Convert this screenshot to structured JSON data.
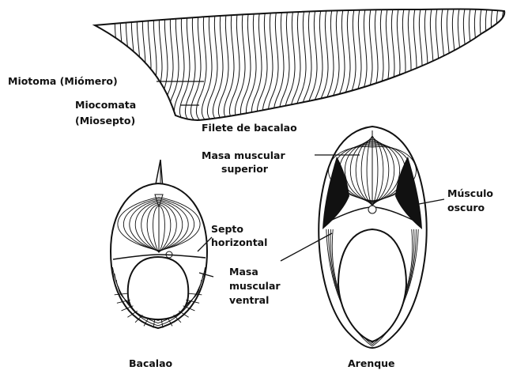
{
  "labels": {
    "miotoma": "Miotoma (Miómero)",
    "miocomata_1": "Miocomata",
    "miocomata_2": "(Miosepto)",
    "filete": "Filete de bacalao",
    "masa_superior_1": "Masa muscular",
    "masa_superior_2": "superior",
    "septo_1": "Septo",
    "septo_2": "horizontal",
    "musculo_1": "Músculo",
    "musculo_2": "oscuro",
    "masa_ventral_1": "Masa",
    "masa_ventral_2": "muscular",
    "masa_ventral_3": "ventral",
    "bacalao": "Bacalao",
    "arenque": "Arenque"
  },
  "colors": {
    "ink": "#111111",
    "paper": "#ffffff"
  }
}
